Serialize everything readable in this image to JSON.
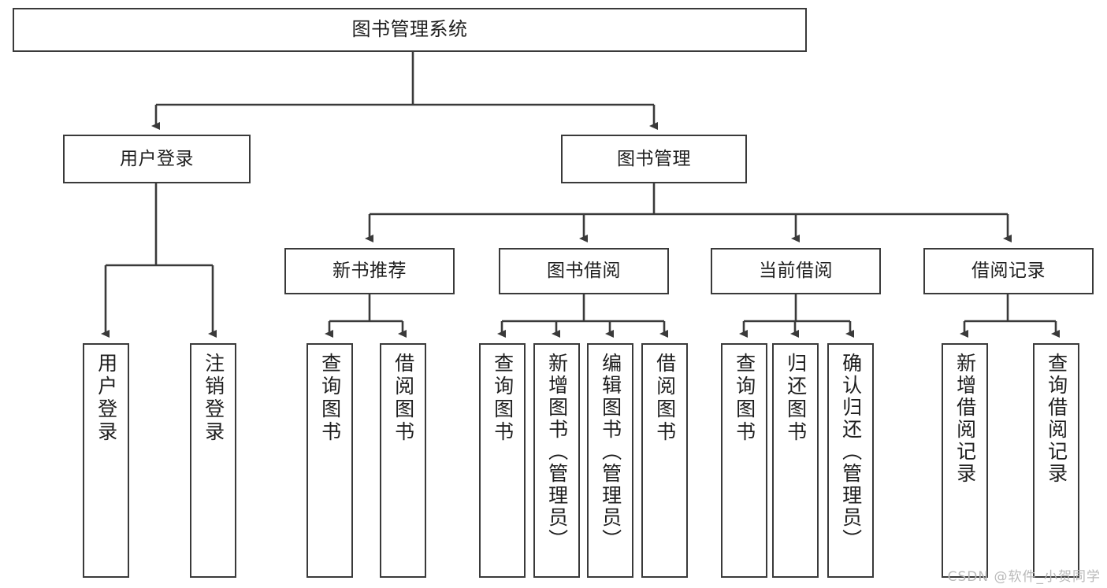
{
  "diagram": {
    "title": "图书管理系统",
    "type": "tree-hierarchy-chart",
    "root": {
      "label": "图书管理系统"
    },
    "level2": [
      {
        "label": "用户登录"
      },
      {
        "label": "图书管理"
      }
    ],
    "level3": [
      {
        "label": "新书推荐"
      },
      {
        "label": "图书借阅"
      },
      {
        "label": "当前借阅"
      },
      {
        "label": "借阅记录"
      }
    ],
    "leaves": {
      "user_login": [
        {
          "label": "用户登录"
        },
        {
          "label": "注销登录"
        }
      ],
      "new_book_recommend": [
        {
          "label": "查询图书"
        },
        {
          "label": "借阅图书"
        }
      ],
      "book_borrow": [
        {
          "label": "查询图书"
        },
        {
          "label": "新增图书（管理员）"
        },
        {
          "label": "编辑图书（管理员）"
        },
        {
          "label": "借阅图书"
        }
      ],
      "current_borrow": [
        {
          "label": "查询图书"
        },
        {
          "label": "归还图书"
        },
        {
          "label": "确认归还（管理员）"
        }
      ],
      "borrow_record": [
        {
          "label": "新增借阅记录"
        },
        {
          "label": "查询借阅记录"
        }
      ]
    }
  },
  "watermark": {
    "text": "CSDN @软件_小贺同学"
  },
  "colors": {
    "stroke": "#3a3a3a",
    "background": "#ffffff",
    "text": "#1e1e1e",
    "watermark": "#b9b9b9"
  }
}
